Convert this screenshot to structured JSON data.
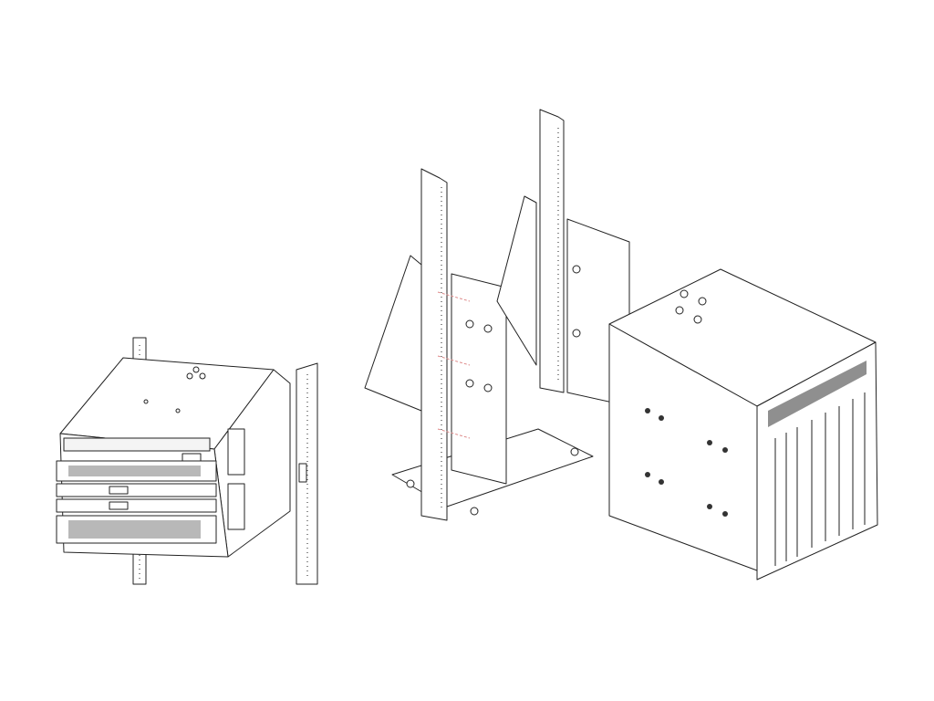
{
  "illustration": {
    "panels": [
      "chassis-in-rack",
      "rack-mount-kit",
      "chassis-isometric"
    ],
    "colors": {
      "line": "#222222",
      "fill": "#ffffff",
      "guide": "#dd8888"
    }
  }
}
